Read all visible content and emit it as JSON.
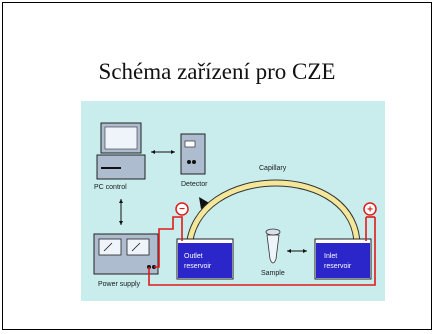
{
  "slide": {
    "title": "Schéma zařízení pro CZE"
  },
  "diagram": {
    "labels": {
      "pc": "PC control",
      "detector": "Detector",
      "capillary": "Capillary",
      "power": "Power supply",
      "outlet_line1": "Outlet",
      "outlet_line2": "reservoir",
      "inlet_line1": "Inlet",
      "inlet_line2": "reservoir",
      "sample": "Sample"
    },
    "symbols": {
      "minus": "−",
      "plus": "+"
    },
    "colors": {
      "background": "#c9ecec",
      "wire": "#e01b1b",
      "reservoir_liquid": "#2b26c9",
      "capillary": "#f4e79a",
      "device_gray": "#9fb2c8"
    },
    "icons": [
      "computer-monitor-icon",
      "detector-icon",
      "power-supply-icon",
      "sample-tube-icon",
      "double-arrow-icon",
      "arrow-pointer-icon"
    ]
  }
}
